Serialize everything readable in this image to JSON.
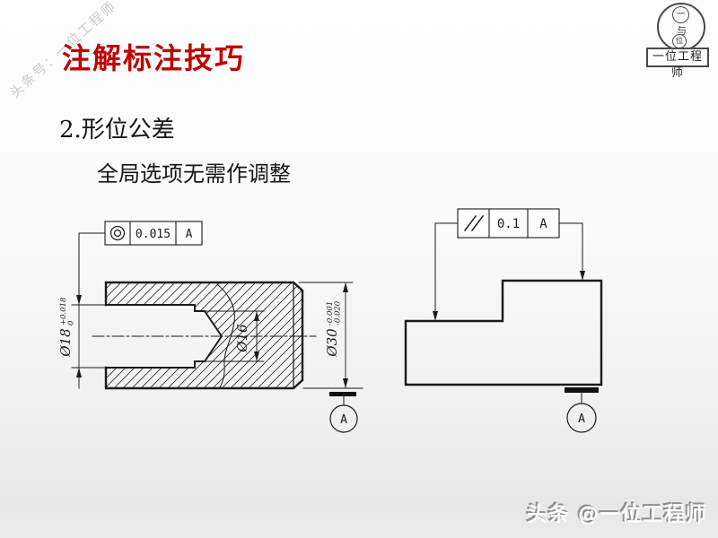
{
  "slide": {
    "watermark": "头条号：一位工程师",
    "title": "注解标注技巧",
    "subtitle": "2.形位公差",
    "note": "全局选项无需作调整",
    "footer": "头条 @一位工程师"
  },
  "logo": {
    "name": "一位工程师",
    "seal_top": "一",
    "seal_mid": "与",
    "seal_bottom": "位"
  },
  "colors": {
    "title_red": "#c00000",
    "drawing_line": "#1a1a1a",
    "watermark_gray": "#c9c9c9"
  },
  "left_drawing": {
    "type": "sectioned cylindrical part with stepped blind bore",
    "fcf": {
      "symbol_name": "concentricity",
      "symbol_glyph": "◎",
      "tolerance": "0.015",
      "datum": "A"
    },
    "dimensions": {
      "bore": {
        "label": "Ø18",
        "upper_tol": "+0.018",
        "lower_tol": "0"
      },
      "inner_bore": {
        "label": "Ø16"
      },
      "outer": {
        "label": "Ø30",
        "upper_tol": "-0.001",
        "lower_tol": "-0.020"
      }
    },
    "datum_label": "A"
  },
  "right_drawing": {
    "type": "stepped block outside view",
    "fcf": {
      "symbol_name": "parallelism",
      "symbol_glyph": "//",
      "tolerance": "0.1",
      "datum": "A"
    },
    "datum_label": "A"
  }
}
